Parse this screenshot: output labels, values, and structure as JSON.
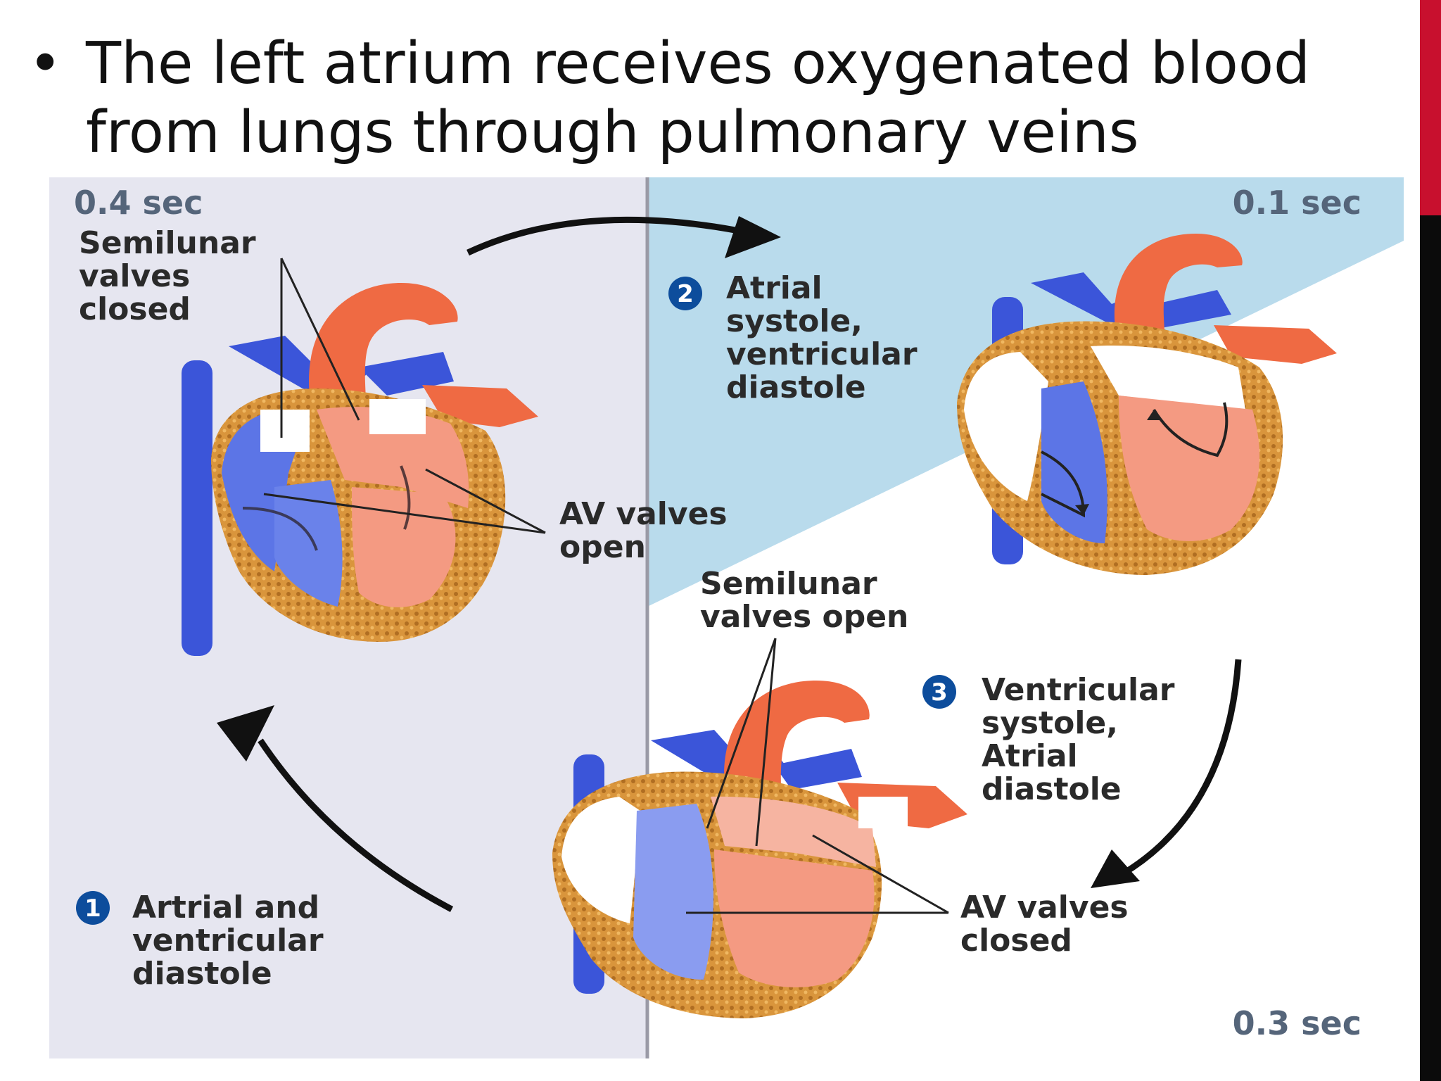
{
  "slide": {
    "bullet_symbol": "•",
    "bullet_lines": [
      "The left atrium receives oxygenated blood",
      "from lungs through pulmonary veins"
    ]
  },
  "diagram": {
    "phase1": {
      "number": "1",
      "time": "0.4 sec",
      "label_lines": [
        "Artrial and",
        "ventricular",
        "diastole"
      ],
      "semilunar_lines": [
        "Semilunar",
        "valves",
        "closed"
      ],
      "av_lines": [
        "AV valves",
        "open"
      ]
    },
    "phase2": {
      "number": "2",
      "time": "0.1 sec",
      "label_lines": [
        "Atrial",
        "systole,",
        "ventricular",
        "diastole"
      ]
    },
    "phase3": {
      "number": "3",
      "time": "0.3 sec",
      "label_lines": [
        "Ventricular",
        "systole,",
        "Atrial",
        "diastole"
      ],
      "semilunar_lines": [
        "Semilunar",
        "valves open"
      ],
      "av_lines": [
        "AV valves",
        "closed"
      ]
    }
  },
  "colors": {
    "accent_red": "#c8102e",
    "panel_left": "#e6e6f0",
    "panel_topright": "#b9dbec",
    "badge_blue": "#0d4d9c",
    "vessel_blue": "#3b55d9",
    "artery_orange": "#ef6a43"
  }
}
